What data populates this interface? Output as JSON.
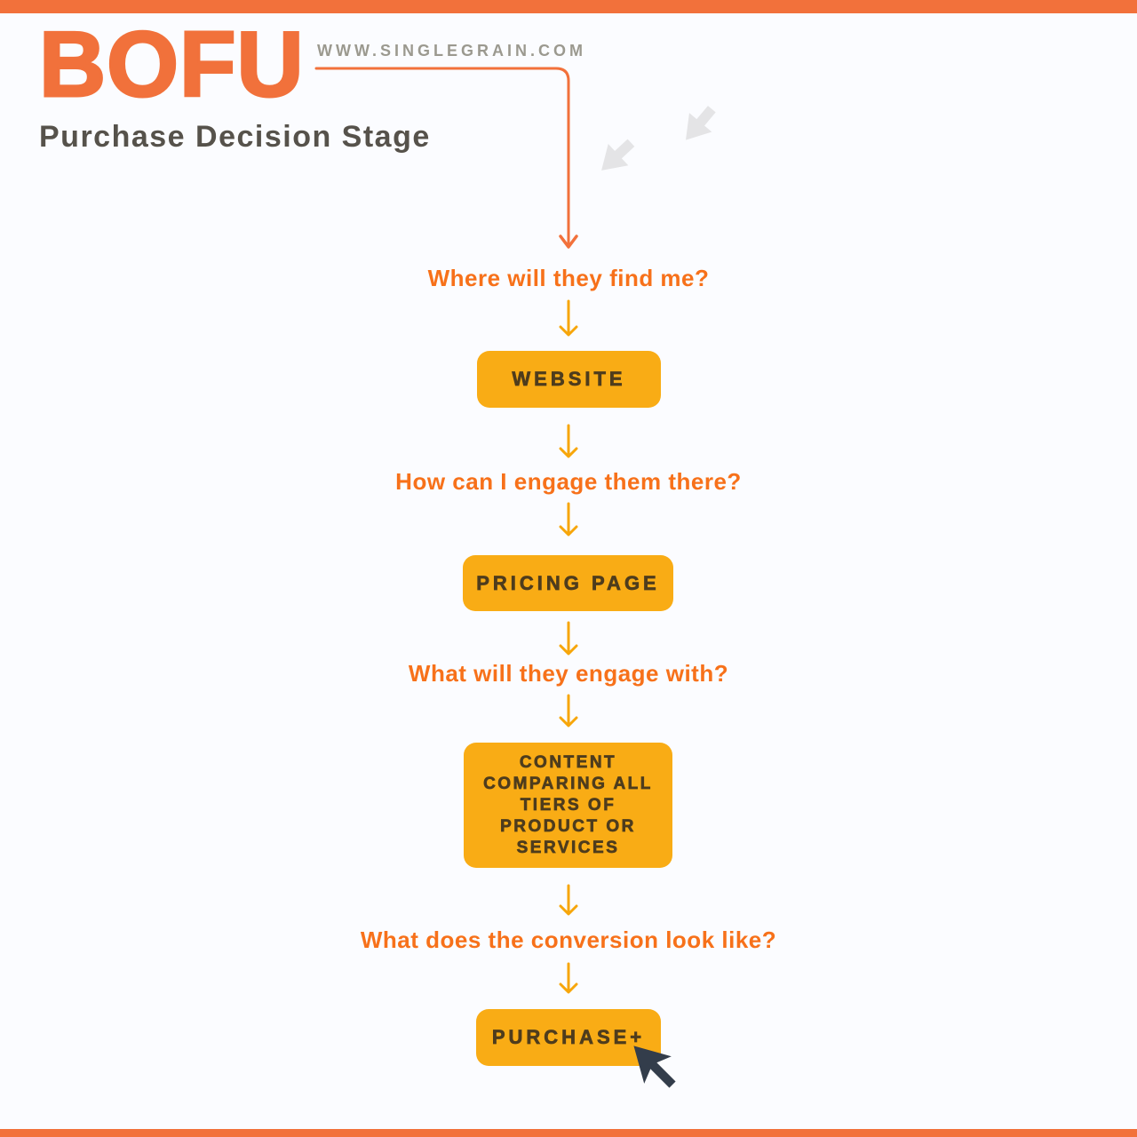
{
  "header": {
    "title": "BOFU",
    "website_url": "WWW.SINGLEGRAIN.COM",
    "subtitle": "Purchase Decision Stage"
  },
  "flow": {
    "questions": [
      "Where will they find me?",
      "How can I engage them there?",
      "What will they engage with?",
      "What does the conversion look like?"
    ],
    "nodes": [
      "WEBSITE",
      "PRICING PAGE",
      "CONTENT COMPARING ALL TIERS OF PRODUCT OR SERVICES",
      "PURCHASE+"
    ]
  },
  "icons": {
    "cursor": "mouse-cursor-arrow",
    "decorative_arrows": "down-left-arrow"
  },
  "colors": {
    "background": "#FBFCFF",
    "brand_orange": "#F1713B",
    "border_bar_orange": "#F2713B",
    "question_orange": "#F7711A",
    "node_amber": "#F9AC15",
    "arrow_amber": "#F7A60A",
    "node_text_brown": "#4E3C1D",
    "subtitle_gray": "#56524B",
    "url_gray": "#9B998F",
    "decor_arrow_gray": "#E4E4E6",
    "cursor_navy": "#333D4B"
  }
}
